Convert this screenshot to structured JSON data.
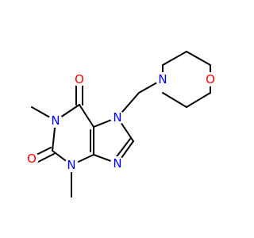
{
  "molecule": {
    "colors": {
      "bond": "#000000",
      "oxygen": "#ff0000",
      "nitrogen": "#0000ff",
      "background": "#ffffff"
    },
    "atoms": {
      "n_morpholine": "N",
      "o_morpholine": "O",
      "n7": "N",
      "n9": "N",
      "n1": "N",
      "n3": "N",
      "o6": "O",
      "o2": "O"
    }
  }
}
